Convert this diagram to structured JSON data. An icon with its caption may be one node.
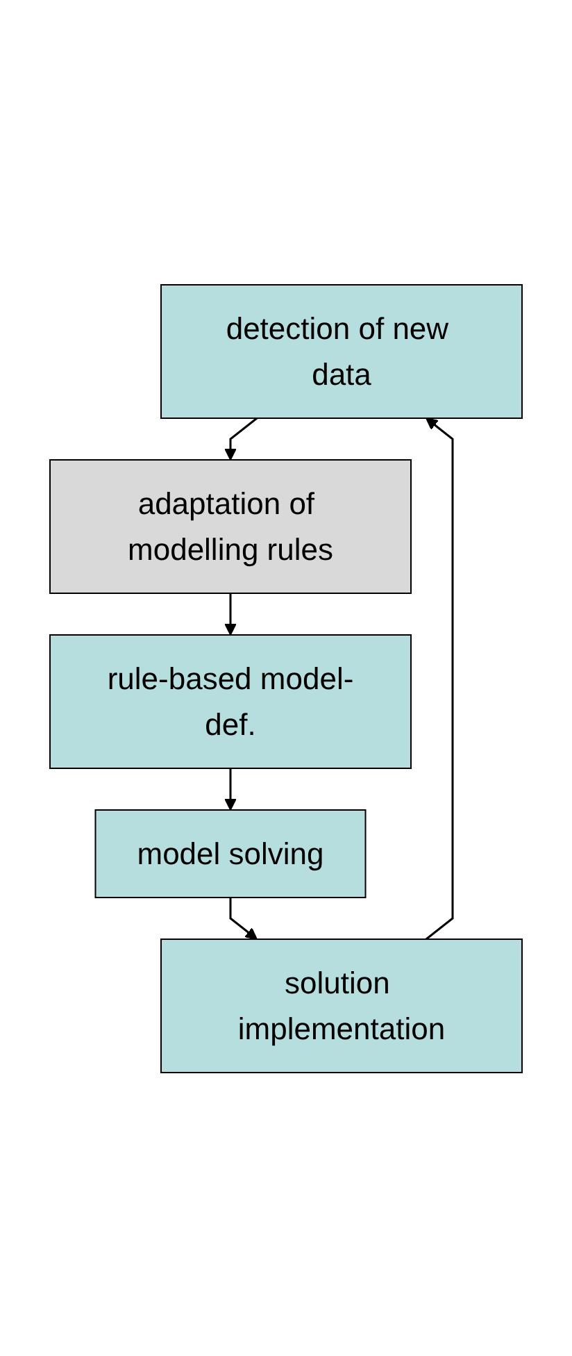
{
  "diagram": {
    "nodes": [
      {
        "text": [
          "detection of new data"
        ]
      },
      {
        "text": [
          "adaptation of modelling rules"
        ]
      },
      {
        "text": [
          "rule-based model-def."
        ]
      },
      {
        "text": [
          "model solving"
        ]
      },
      {
        "text": [
          "solution implementation"
        ]
      }
    ],
    "edges": [
      {
        "from": 0,
        "to": 1,
        "arrow": "to"
      },
      {
        "from": 1,
        "to": 2,
        "arrow": "to"
      },
      {
        "from": 2,
        "to": 3,
        "arrow": "to"
      },
      {
        "from": 3,
        "to": 4,
        "arrow": "to"
      },
      {
        "from": 4,
        "to": 0,
        "arrow": "to"
      }
    ]
  }
}
